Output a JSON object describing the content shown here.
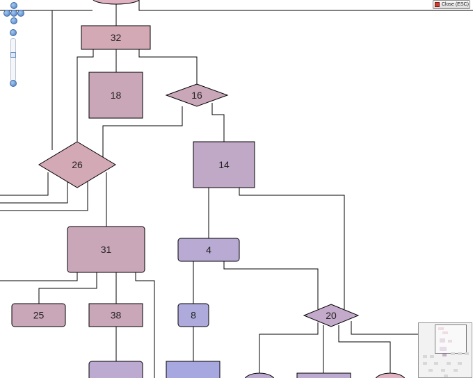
{
  "close_button": {
    "label": "Close (ESC)"
  },
  "diagram": {
    "nodes": [
      {
        "id": "32",
        "label": "32",
        "shape": "rect",
        "fill": "#d4a9b6"
      },
      {
        "id": "18",
        "label": "18",
        "shape": "rect",
        "fill": "#c9a6b8"
      },
      {
        "id": "16",
        "label": "16",
        "shape": "diamond",
        "fill": "#c9a6b8"
      },
      {
        "id": "26",
        "label": "26",
        "shape": "diamond",
        "fill": "#d4a9b6"
      },
      {
        "id": "14",
        "label": "14",
        "shape": "rect",
        "fill": "#c0a9c7"
      },
      {
        "id": "31",
        "label": "31",
        "shape": "rounded",
        "fill": "#c9a6b8"
      },
      {
        "id": "4",
        "label": "4",
        "shape": "rounded",
        "fill": "#b8aad2"
      },
      {
        "id": "25",
        "label": "25",
        "shape": "rounded",
        "fill": "#c9a6b8"
      },
      {
        "id": "38",
        "label": "38",
        "shape": "rect",
        "fill": "#c9a6b8"
      },
      {
        "id": "8",
        "label": "8",
        "shape": "rounded",
        "fill": "#aeaadc"
      },
      {
        "id": "20",
        "label": "20",
        "shape": "diamond",
        "fill": "#c3aacb"
      }
    ]
  },
  "colors": {
    "edge": "#000000",
    "partial_top_oval": "#e1b3c2",
    "partial_bottom_lavender": "#bcaad0",
    "partial_bottom_blue": "#a8a8e0"
  },
  "controls": {
    "pan_icons": [
      "pan-up-icon",
      "pan-left-icon",
      "pan-center-icon",
      "pan-right-icon",
      "pan-down-icon"
    ],
    "zoom_icons": [
      "zoom-in-icon",
      "zoom-out-icon"
    ]
  }
}
